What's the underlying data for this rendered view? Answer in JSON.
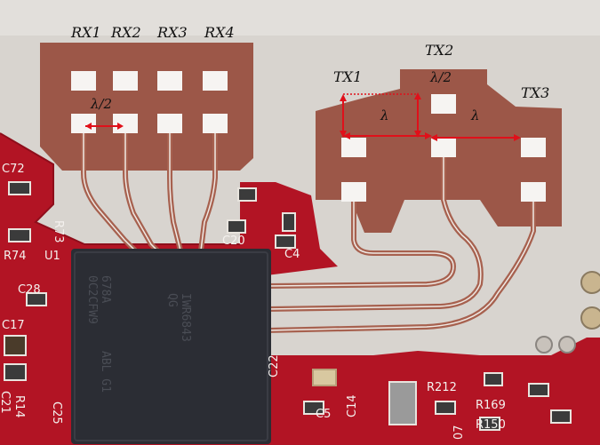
{
  "rx_labels": [
    "RX1",
    "RX2",
    "RX3",
    "RX4"
  ],
  "tx_labels": [
    "TX1",
    "TX2",
    "TX3"
  ],
  "dimensions": {
    "rx_spacing": "λ/2",
    "tx_vertical_offset": "λ/2",
    "tx_spacing_left": "λ",
    "tx_spacing_right": "λ"
  },
  "chip_markings": [
    "IWR6843",
    "QG",
    "0C2CFW9",
    "678A",
    "ABL G1"
  ],
  "silkscreen": [
    "C72",
    "R73",
    "R74",
    "U1",
    "C28",
    "C17",
    "C21",
    "R14",
    "C25",
    "C20",
    "C4",
    "C22",
    "C5",
    "R212",
    "R169",
    "R150",
    "C14",
    "07"
  ],
  "colors": {
    "board": "#d8d4cf",
    "copper": "#9c5748",
    "pcb_red": "#b21424",
    "chip": "#2b2d34",
    "pad": "#f6f4f2",
    "annotation_red": "#e0101a"
  }
}
